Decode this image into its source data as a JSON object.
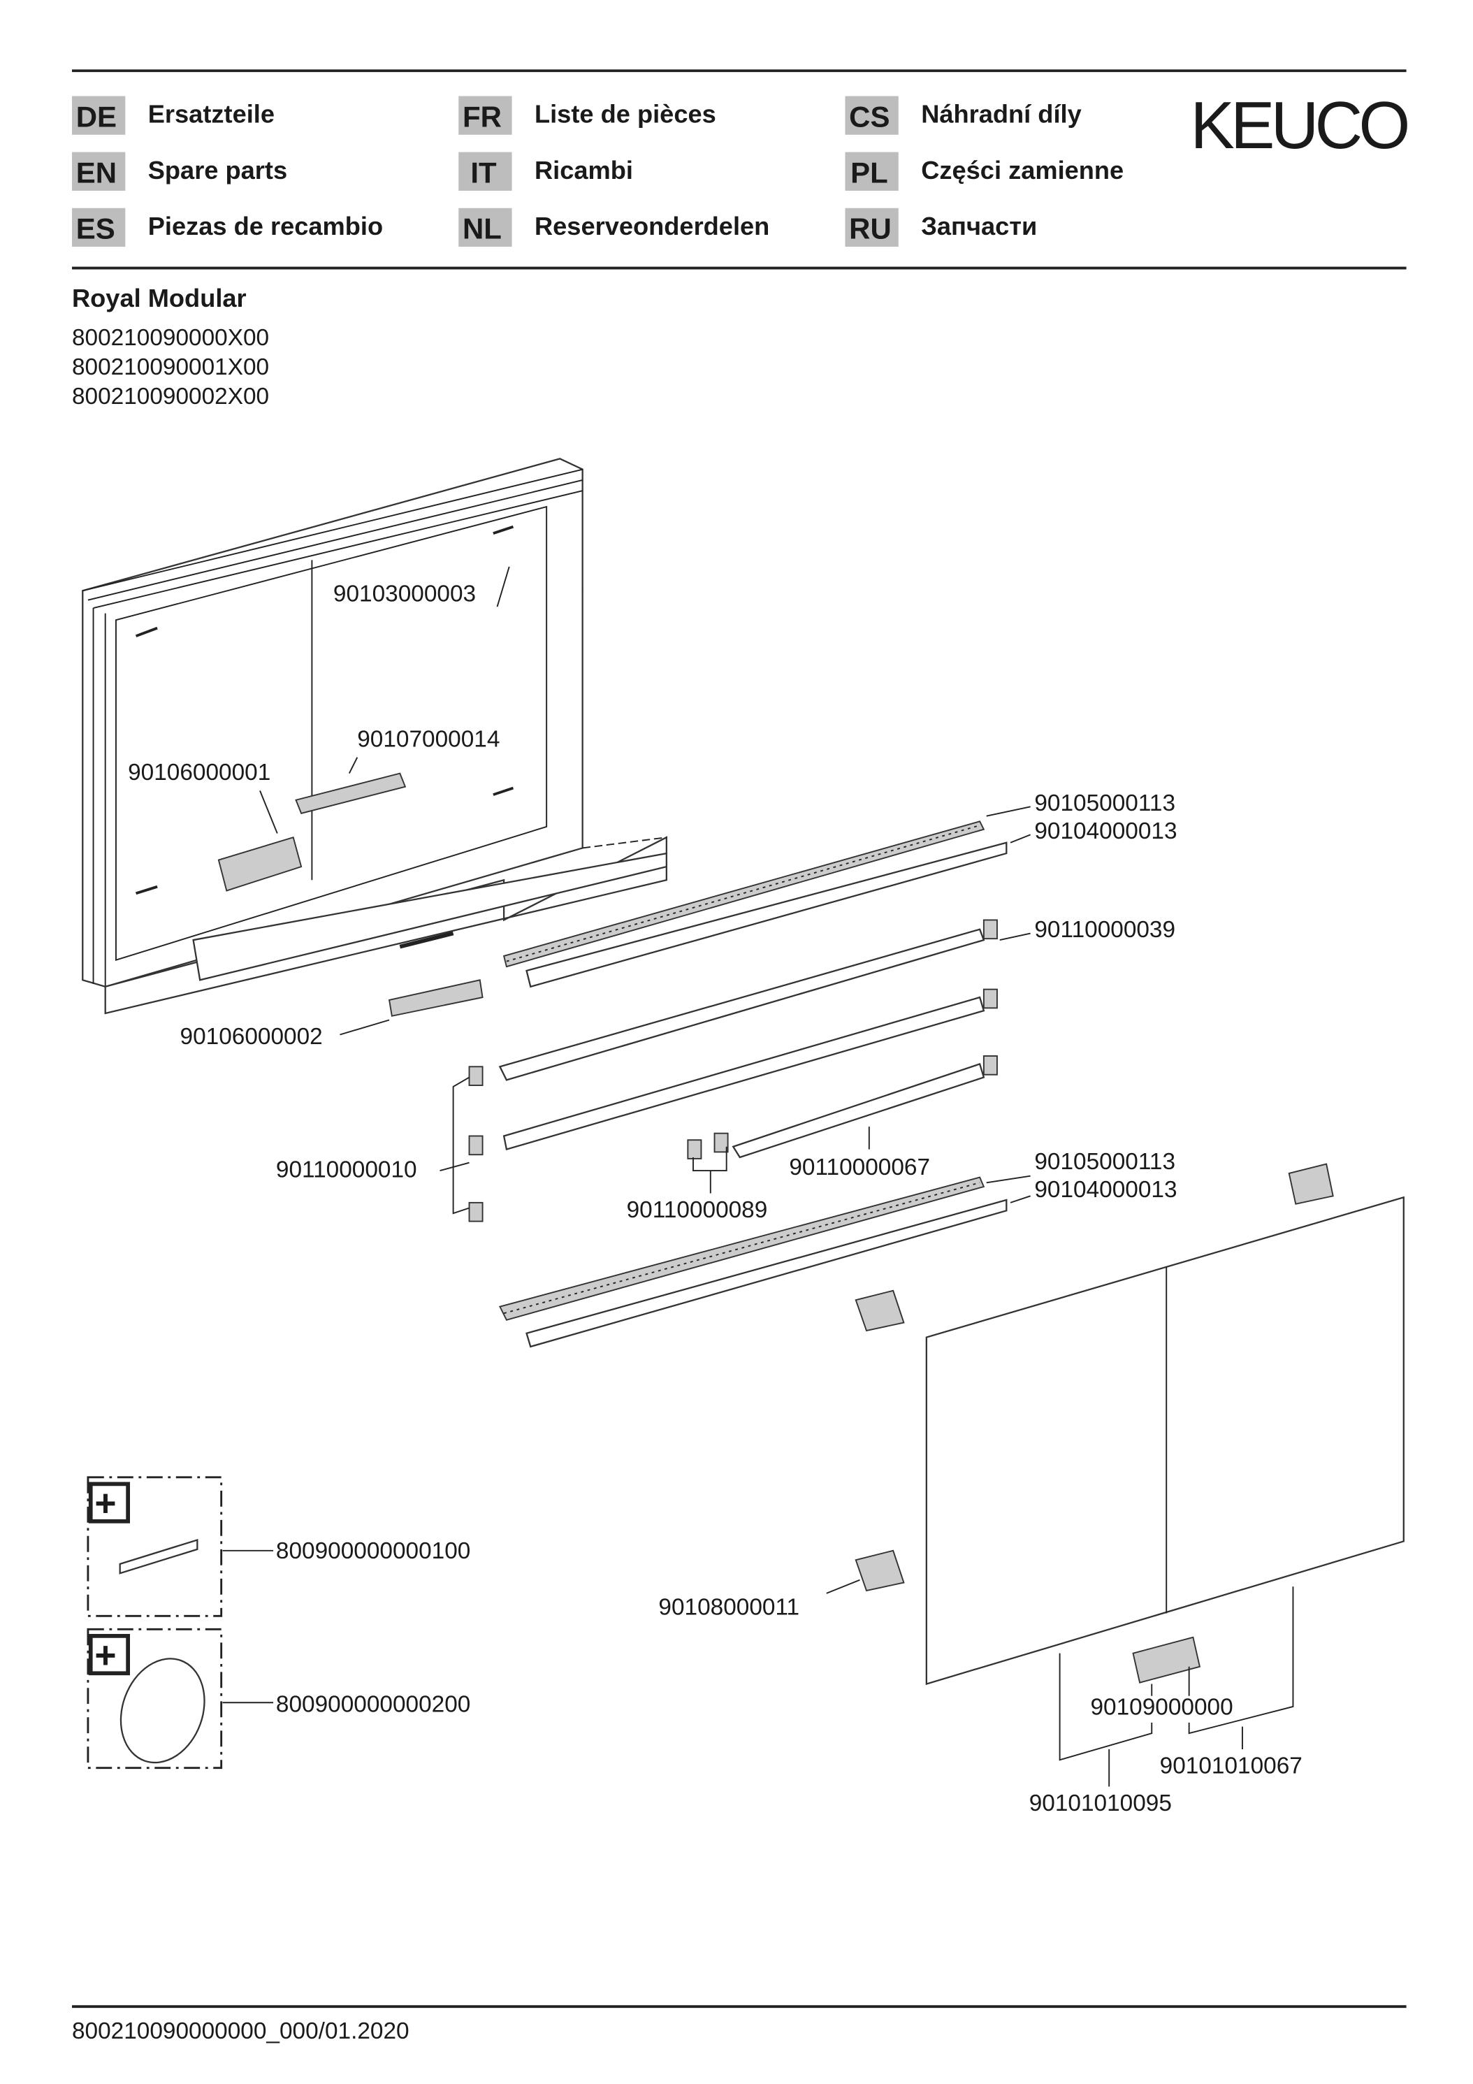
{
  "header": {
    "brand": "KEUCO",
    "languages": [
      {
        "code": "DE",
        "label": "Ersatzteile"
      },
      {
        "code": "EN",
        "label": "Spare parts"
      },
      {
        "code": "ES",
        "label": "Piezas de recambio"
      },
      {
        "code": "FR",
        "label": "Liste de pièces"
      },
      {
        "code": "IT",
        "label": "Ricambi"
      },
      {
        "code": "NL",
        "label": "Reserveonderdelen"
      },
      {
        "code": "CS",
        "label": "Náhradní díly"
      },
      {
        "code": "PL",
        "label": "Części zamienne"
      },
      {
        "code": "RU",
        "label": "Запчасти"
      }
    ]
  },
  "product": {
    "title": "Royal Modular",
    "article_numbers": [
      "800210090000X00",
      "800210090001X00",
      "800210090002X00"
    ]
  },
  "parts": {
    "screw": "90103000003",
    "bracket": "90107000014",
    "driver": "90106000001",
    "led_strip_top": "90105000113",
    "profile_top": "90104000013",
    "shelf_clip_right": "90110000039",
    "switch": "90106000002",
    "shelf_clip_left": "90110000010",
    "shelf_small": "90110000067",
    "shelf_clip_mid": "90110000089",
    "led_strip_bottom": "90105000113",
    "profile_bottom": "90104000013",
    "accessory_1": "800900000000100",
    "accessory_2": "800900000000200",
    "hinge": "90108000011",
    "handle": "90109000000",
    "door_right": "90101010067",
    "door_left": "90101010095"
  },
  "footer": {
    "document_number": "800210090000000_000/01.2020"
  }
}
